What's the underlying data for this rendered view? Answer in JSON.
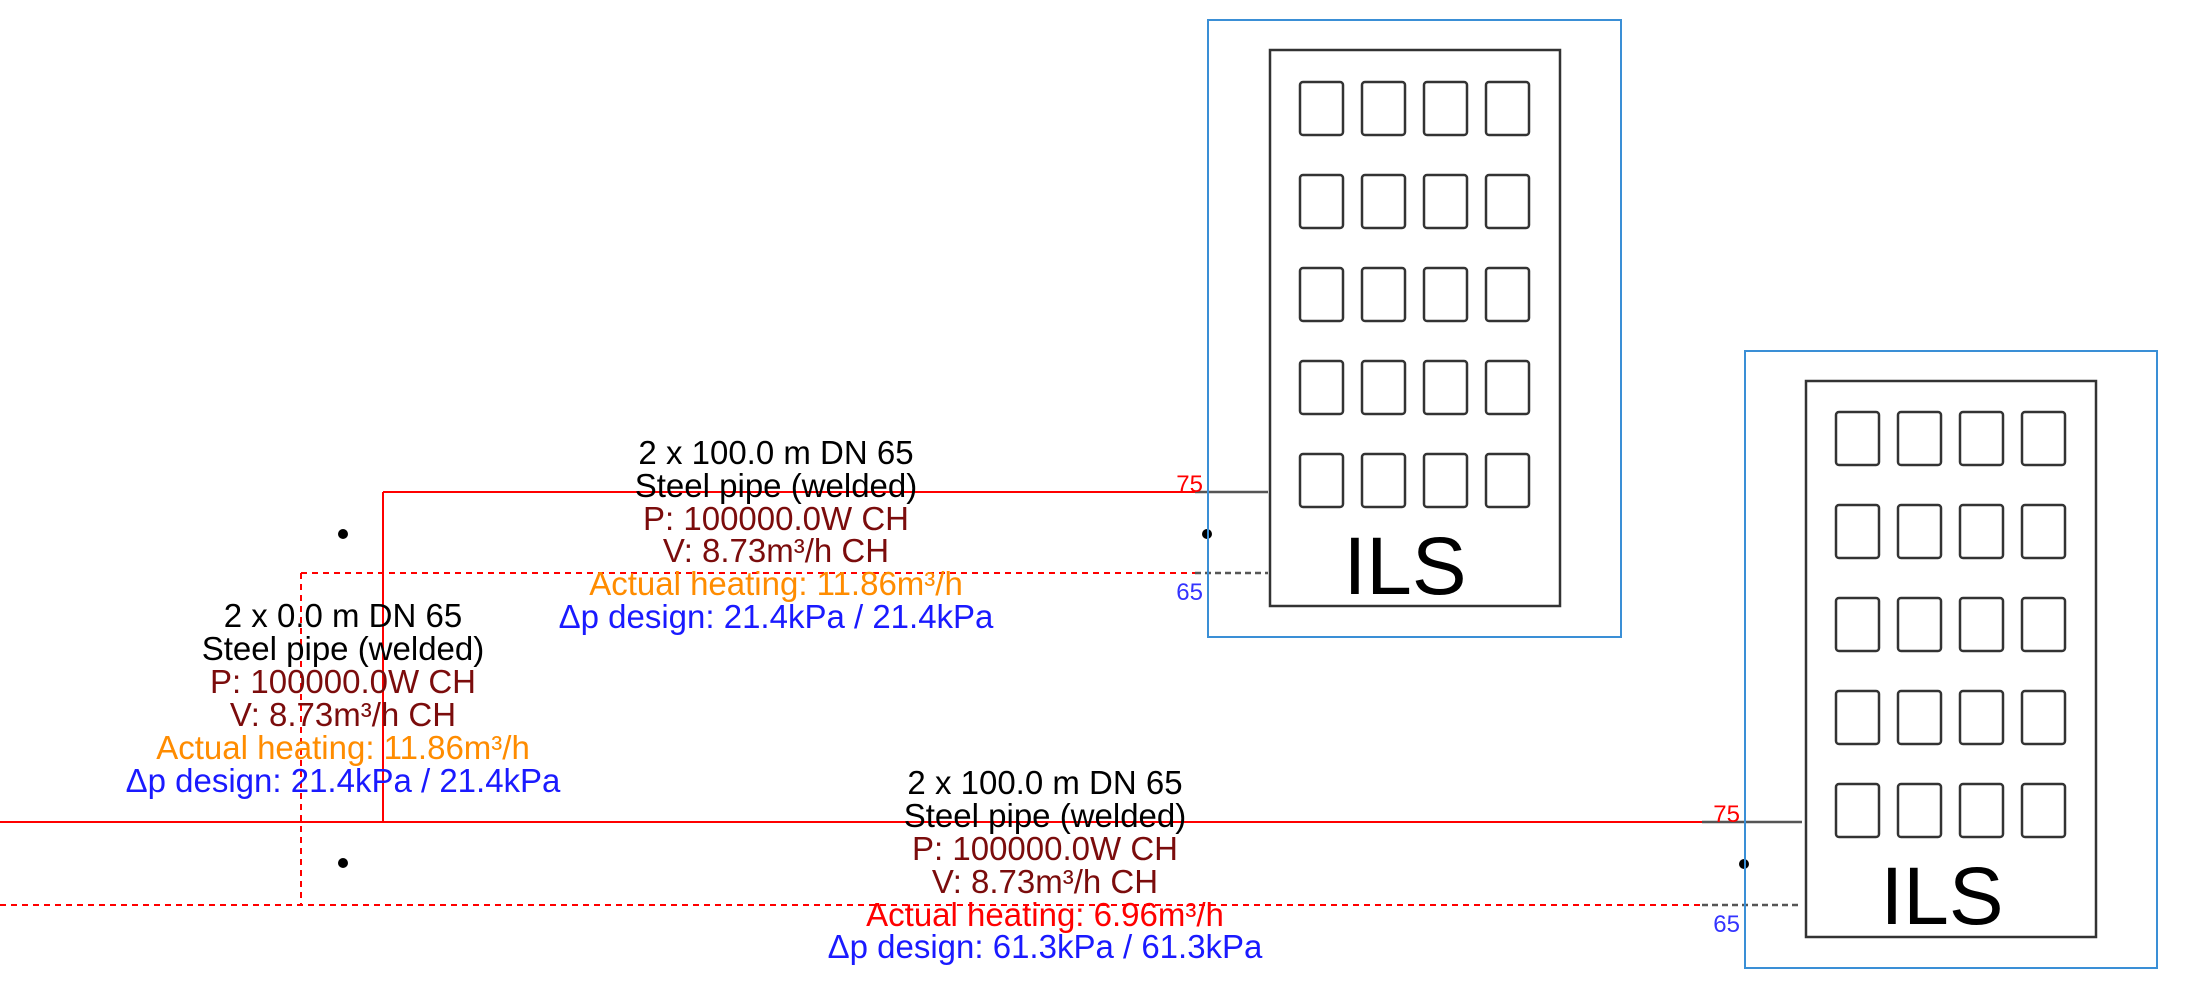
{
  "colors": {
    "supply": "#ff0000",
    "return": "#ff0000",
    "frame": "#3a8fd6",
    "title": "#000000",
    "material": "#000000",
    "power": "#7b0c0c",
    "flow": "#7b0c0c",
    "actual_ok": "#ff8c00",
    "actual_low": "#ff0000",
    "pressure": "#1a1aff",
    "temp_supply": "#ff0000",
    "temp_return": "#3333ff"
  },
  "pipes": [
    {
      "title": "2 x 100.0 m DN 65",
      "material": "Steel pipe (welded)",
      "power": "P:  100000.0W CH",
      "flow": "V:  8.73m³/h CH",
      "actual": "Actual heating: 11.86m³/h",
      "actual_state": "ok",
      "pressure": "Δp design: 21.4kPa / 21.4kPa"
    },
    {
      "title": "2 x 0.0 m DN 65",
      "material": "Steel pipe (welded)",
      "power": "P:  100000.0W CH",
      "flow": "V:  8.73m³/h CH",
      "actual": "Actual heating: 11.86m³/h",
      "actual_state": "ok",
      "pressure": "Δp design: 21.4kPa / 21.4kPa"
    },
    {
      "title": "2 x 100.0 m DN 65",
      "material": "Steel pipe (welded)",
      "power": "P:  100000.0W CH",
      "flow": "V:  8.73m³/h CH",
      "actual": "Actual heating: 6.96m³/h",
      "actual_state": "low",
      "pressure": "Δp design: 61.3kPa / 61.3kPa"
    }
  ],
  "buildings": [
    {
      "name": "ILS",
      "supply_temp": "75",
      "return_temp": "65",
      "icon": "building-icon"
    },
    {
      "name": "ILS",
      "supply_temp": "75",
      "return_temp": "65",
      "icon": "building-icon"
    }
  ]
}
